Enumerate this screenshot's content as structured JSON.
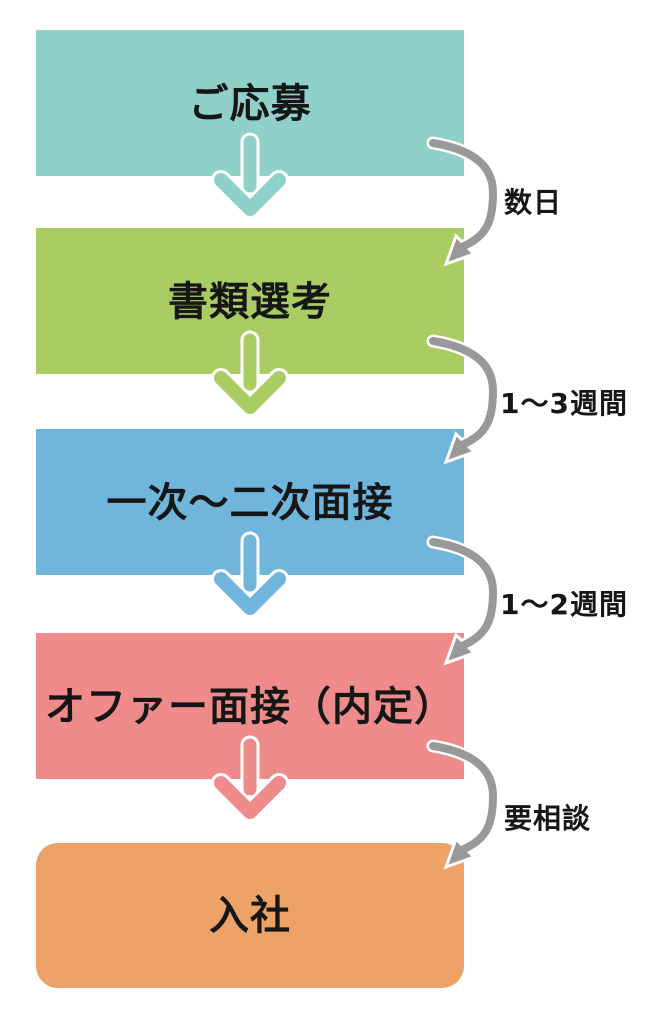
{
  "diagram": {
    "type": "flowchart",
    "background": "#ffffff",
    "text_color": "#161616",
    "outline_color": "#ffffff",
    "arrow_color": "#999999",
    "steps": [
      {
        "label": "ご応募",
        "color": "#8fd0c9",
        "shape": "rect"
      },
      {
        "label": "書類選考",
        "color": "#a9cd62",
        "shape": "rect"
      },
      {
        "label": "一次〜二次面接",
        "color": "#70b6dc",
        "shape": "rect"
      },
      {
        "label": "オファー面接（内定）",
        "color": "#f08b8b",
        "shape": "rect"
      },
      {
        "label": "入社",
        "color": "#eda267",
        "shape": "rounded-rect"
      }
    ],
    "transitions": [
      {
        "from": "ご応募",
        "to": "書類選考",
        "duration": "数日"
      },
      {
        "from": "書類選考",
        "to": "一次〜二次面接",
        "duration": "1〜3週間"
      },
      {
        "from": "一次〜二次面接",
        "to": "オファー面接（内定）",
        "duration": "1〜2週間"
      },
      {
        "from": "オファー面接（内定）",
        "to": "入社",
        "duration": "要相談"
      }
    ]
  }
}
